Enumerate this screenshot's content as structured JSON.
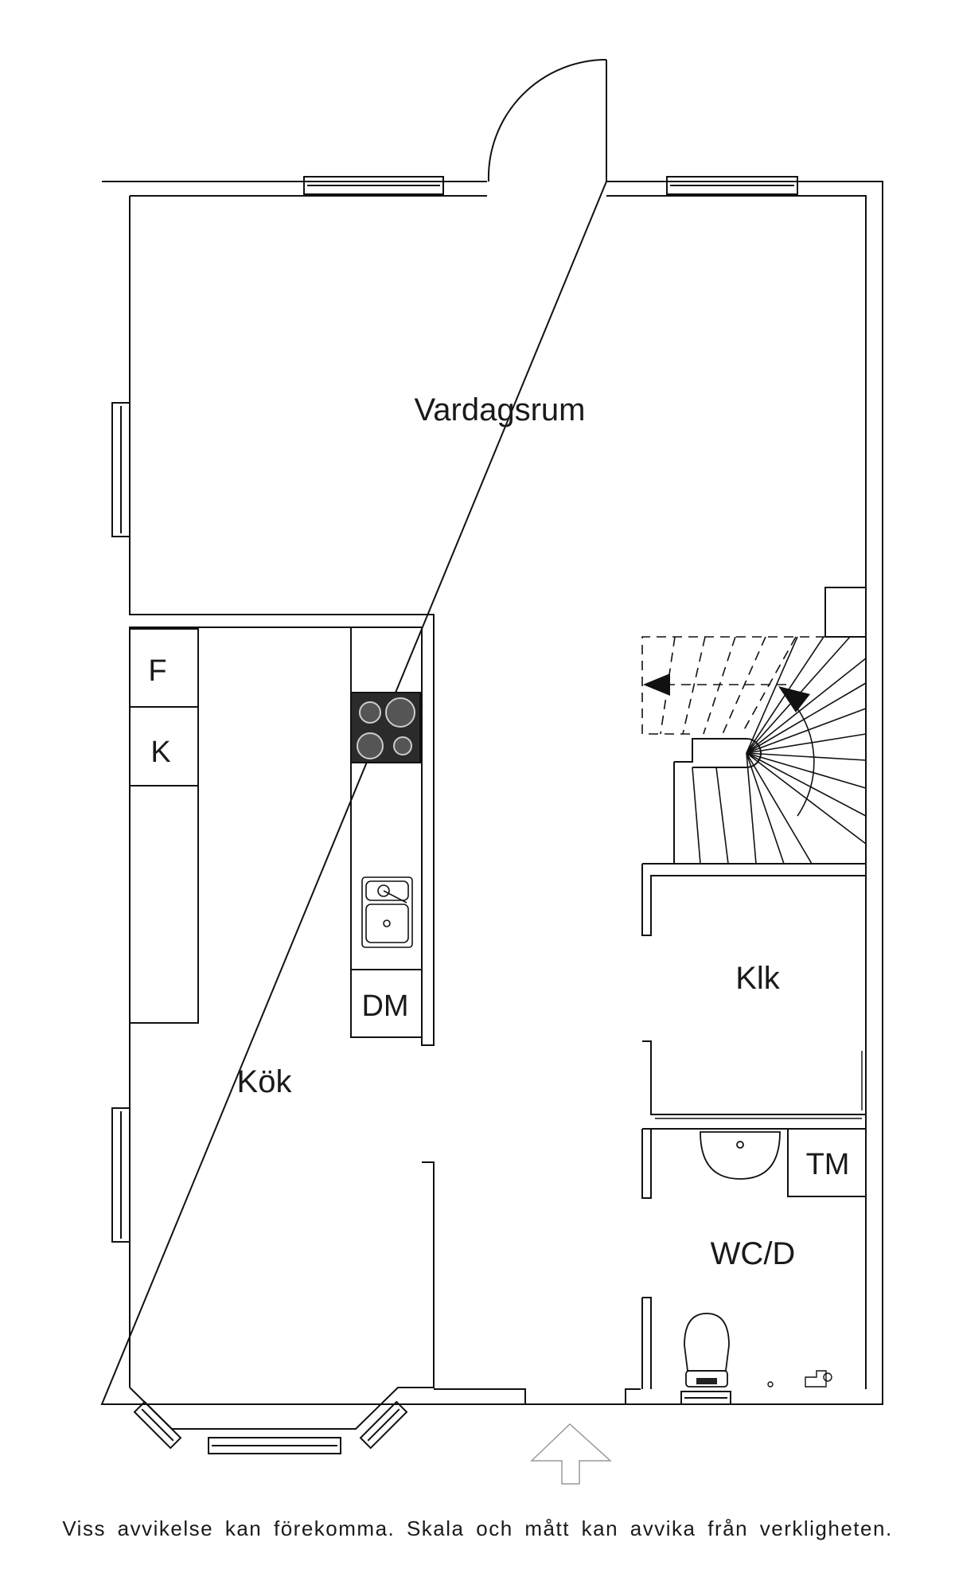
{
  "rooms": {
    "vardagsrum": "Vardagsrum",
    "kok": "Kök",
    "klk": "Klk",
    "wc": "WC/D"
  },
  "fixtures": {
    "fridge": "F",
    "freezer": "K",
    "dishwasher": "DM",
    "washer": "TM"
  },
  "footer": {
    "disclaimer": "Viss avvikelse kan förekomma. Skala och mått kan avvika från verkligheten."
  }
}
